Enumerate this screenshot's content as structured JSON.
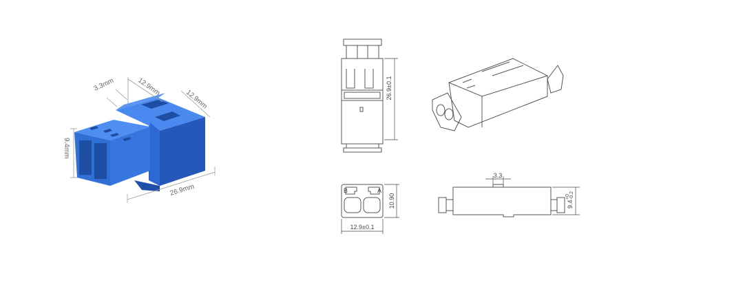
{
  "product_photo": {
    "color": "#2f6fd6",
    "labels": {
      "depth_top": "12.9mm",
      "width_top": "12.9mm",
      "flange": "3.3mm",
      "height": "9.4mm",
      "length": "26.9mm"
    }
  },
  "top_view": {
    "length_label": "26.9±0.1"
  },
  "front_view": {
    "height_label": "10.90",
    "width_label": "12.9±0.1",
    "port_b": "B",
    "port_a": "A"
  },
  "side_view": {
    "flange_label": "3.3",
    "height_label": "9.4",
    "tol_plus": "+0",
    "tol_minus": "-0.2"
  }
}
